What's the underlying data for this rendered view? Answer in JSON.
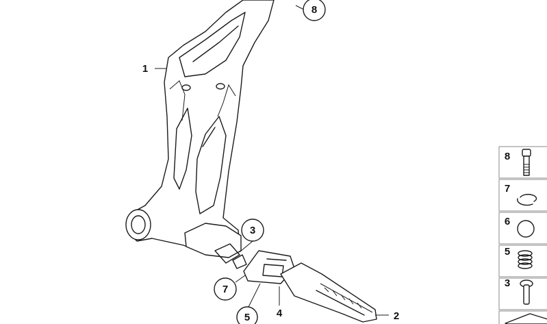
{
  "callouts": [
    {
      "id": "c1",
      "label": "1",
      "style": "plain"
    },
    {
      "id": "c2",
      "label": "2",
      "style": "plain"
    },
    {
      "id": "c3",
      "label": "3",
      "style": "circle"
    },
    {
      "id": "c4",
      "label": "4",
      "style": "plain"
    },
    {
      "id": "c5",
      "label": "5",
      "style": "circle"
    },
    {
      "id": "c7",
      "label": "7",
      "style": "circle"
    },
    {
      "id": "c8",
      "label": "8",
      "style": "circle"
    }
  ],
  "legend": [
    {
      "label": "8",
      "icon": "bolt-icon"
    },
    {
      "label": "7",
      "icon": "circlip-icon"
    },
    {
      "label": "6",
      "icon": "cap-icon"
    },
    {
      "label": "5",
      "icon": "spring-icon"
    },
    {
      "label": "3",
      "icon": "pin-icon"
    }
  ]
}
